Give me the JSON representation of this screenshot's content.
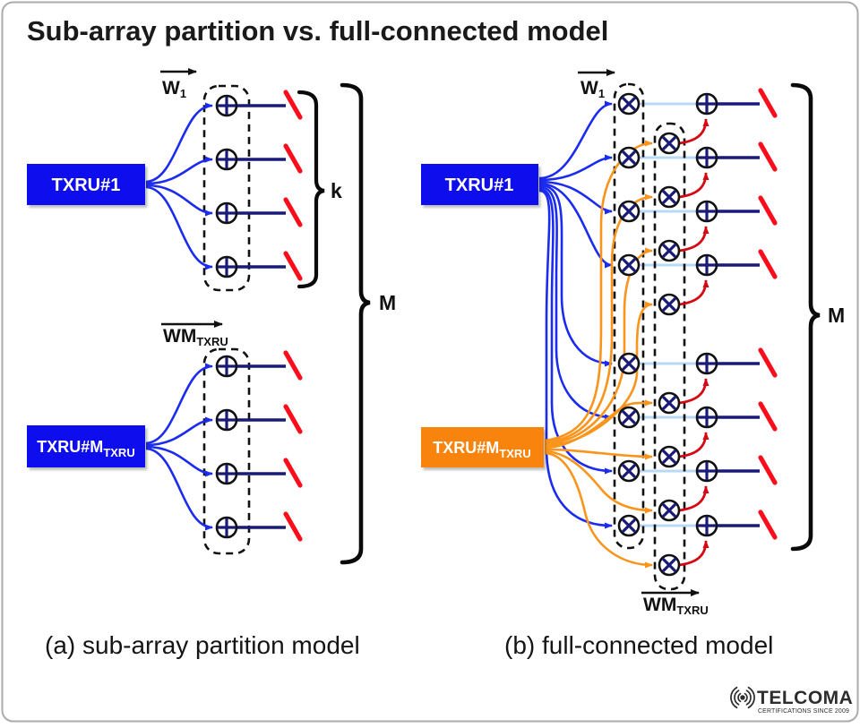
{
  "title": "Sub-array partition vs. full-connected model",
  "colors": {
    "txru_blue": "#0f10ee",
    "txru_orange": "#f8830b",
    "line_blue": "#1b2bf0",
    "line_orange": "#f9941c",
    "line_navy": "#1a1a78",
    "line_lightblue": "#b8d9f8",
    "arrow_red": "#d40913",
    "antenna_red": "#fb0d1b"
  },
  "panel_a": {
    "caption": "(a) sub-array partition model",
    "txru1_label": "TXRU#1",
    "txru_m_label": "TXRU#M",
    "txru_m_subscript": "TXRU",
    "weight1_label": "W",
    "weight1_subscript": "1",
    "weight_m_label": "WM",
    "weight_m_subscript": "TXRU",
    "bracket_k_label": "k",
    "bracket_m_label": "M"
  },
  "panel_b": {
    "caption": "(b) full-connected model",
    "txru1_label": "TXRU#1",
    "txru_m_label": "TXRU#M",
    "txru_m_subscript": "TXRU",
    "weight1_label": "W",
    "weight1_subscript": "1",
    "weight_m_label": "WM",
    "weight_m_subscript": "TXRU",
    "bracket_m_label": "M"
  },
  "logo": {
    "brand": "TELCOMA",
    "tagline": "CERTIFICATIONS SINCE 2009"
  }
}
